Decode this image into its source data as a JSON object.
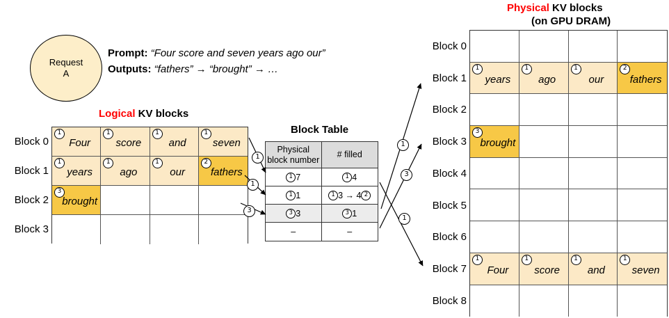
{
  "request": {
    "circle_line1": "Request",
    "circle_line2": "A",
    "prompt_label": "Prompt:",
    "prompt_text": "“Four score and seven years ago our”",
    "outputs_label": "Outputs:",
    "outputs_text": "“fathers” → “brought” → …"
  },
  "colors": {
    "highlight_red": "#ff0000",
    "cell_light": "#fce9c6",
    "cell_dark": "#f7c846",
    "circle_fill": "#fdeec9",
    "header_gray": "#dcdcdc",
    "shade_gray": "#ececec"
  },
  "logical": {
    "title_emphasis": "Logical",
    "title_rest": " KV blocks",
    "row_labels": [
      "Block 0",
      "Block 1",
      "Block 2",
      "Block 3"
    ],
    "rows": [
      [
        {
          "token": "Four",
          "marker": "1",
          "fill": "light"
        },
        {
          "token": "score",
          "marker": "1",
          "fill": "light"
        },
        {
          "token": "and",
          "marker": "1",
          "fill": "light"
        },
        {
          "token": "seven",
          "marker": "1",
          "fill": "light"
        }
      ],
      [
        {
          "token": "years",
          "marker": "1",
          "fill": "light"
        },
        {
          "token": "ago",
          "marker": "1",
          "fill": "light"
        },
        {
          "token": "our",
          "marker": "1",
          "fill": "light"
        },
        {
          "token": "fathers",
          "marker": "2",
          "fill": "dark"
        }
      ],
      [
        {
          "token": "brought",
          "marker": "3",
          "fill": "dark"
        },
        {
          "token": "",
          "marker": "",
          "fill": "empty"
        },
        {
          "token": "",
          "marker": "",
          "fill": "empty"
        },
        {
          "token": "",
          "marker": "",
          "fill": "empty"
        }
      ],
      [
        {
          "token": "",
          "marker": "",
          "fill": "empty"
        },
        {
          "token": "",
          "marker": "",
          "fill": "empty"
        },
        {
          "token": "",
          "marker": "",
          "fill": "empty"
        },
        {
          "token": "",
          "marker": "",
          "fill": "empty"
        }
      ]
    ]
  },
  "block_table": {
    "title": "Block Table",
    "headers": [
      "Physical block number",
      "# filled"
    ],
    "rows": [
      {
        "physical_marker": "1",
        "physical_value": "7",
        "filled_marker": "1",
        "filled_value": "4",
        "shaded": false
      },
      {
        "physical_marker": "1",
        "physical_value": "1",
        "filled_marker": "1",
        "filled_value": "3 → 4",
        "filled_marker2": "2",
        "shaded": false
      },
      {
        "physical_marker": "3",
        "physical_value": "3",
        "filled_marker": "3",
        "filled_value": "1",
        "shaded": true
      },
      {
        "physical_marker": "",
        "physical_value": "–",
        "filled_marker": "",
        "filled_value": "–",
        "shaded": false
      }
    ]
  },
  "physical": {
    "title_emphasis": "Physical",
    "title_rest": " KV blocks",
    "subtitle": "(on GPU DRAM)",
    "row_labels": [
      "Block 0",
      "Block 1",
      "Block 2",
      "Block 3",
      "Block 4",
      "Block 5",
      "Block 6",
      "Block 7",
      "Block 8"
    ],
    "rows": [
      [
        {
          "token": "",
          "marker": "",
          "fill": "empty"
        },
        {
          "token": "",
          "marker": "",
          "fill": "empty"
        },
        {
          "token": "",
          "marker": "",
          "fill": "empty"
        },
        {
          "token": "",
          "marker": "",
          "fill": "empty"
        }
      ],
      [
        {
          "token": "years",
          "marker": "1",
          "fill": "light"
        },
        {
          "token": "ago",
          "marker": "1",
          "fill": "light"
        },
        {
          "token": "our",
          "marker": "1",
          "fill": "light"
        },
        {
          "token": "fathers",
          "marker": "2",
          "fill": "dark"
        }
      ],
      [
        {
          "token": "",
          "marker": "",
          "fill": "empty"
        },
        {
          "token": "",
          "marker": "",
          "fill": "empty"
        },
        {
          "token": "",
          "marker": "",
          "fill": "empty"
        },
        {
          "token": "",
          "marker": "",
          "fill": "empty"
        }
      ],
      [
        {
          "token": "brought",
          "marker": "3",
          "fill": "dark"
        },
        {
          "token": "",
          "marker": "",
          "fill": "empty"
        },
        {
          "token": "",
          "marker": "",
          "fill": "empty"
        },
        {
          "token": "",
          "marker": "",
          "fill": "empty"
        }
      ],
      [
        {
          "token": "",
          "marker": "",
          "fill": "empty"
        },
        {
          "token": "",
          "marker": "",
          "fill": "empty"
        },
        {
          "token": "",
          "marker": "",
          "fill": "empty"
        },
        {
          "token": "",
          "marker": "",
          "fill": "empty"
        }
      ],
      [
        {
          "token": "",
          "marker": "",
          "fill": "empty"
        },
        {
          "token": "",
          "marker": "",
          "fill": "empty"
        },
        {
          "token": "",
          "marker": "",
          "fill": "empty"
        },
        {
          "token": "",
          "marker": "",
          "fill": "empty"
        }
      ],
      [
        {
          "token": "",
          "marker": "",
          "fill": "empty"
        },
        {
          "token": "",
          "marker": "",
          "fill": "empty"
        },
        {
          "token": "",
          "marker": "",
          "fill": "empty"
        },
        {
          "token": "",
          "marker": "",
          "fill": "empty"
        }
      ],
      [
        {
          "token": "Four",
          "marker": "1",
          "fill": "light"
        },
        {
          "token": "score",
          "marker": "1",
          "fill": "light"
        },
        {
          "token": "and",
          "marker": "1",
          "fill": "light"
        },
        {
          "token": "seven",
          "marker": "1",
          "fill": "light"
        }
      ],
      [
        {
          "token": "",
          "marker": "",
          "fill": "empty"
        },
        {
          "token": "",
          "marker": "",
          "fill": "empty"
        },
        {
          "token": "",
          "marker": "",
          "fill": "empty"
        },
        {
          "token": "",
          "marker": "",
          "fill": "empty"
        }
      ]
    ]
  },
  "arrows": {
    "left_step_labels": [
      "1",
      "1",
      "3"
    ],
    "right_step_labels": [
      "1",
      "3",
      "1"
    ]
  }
}
